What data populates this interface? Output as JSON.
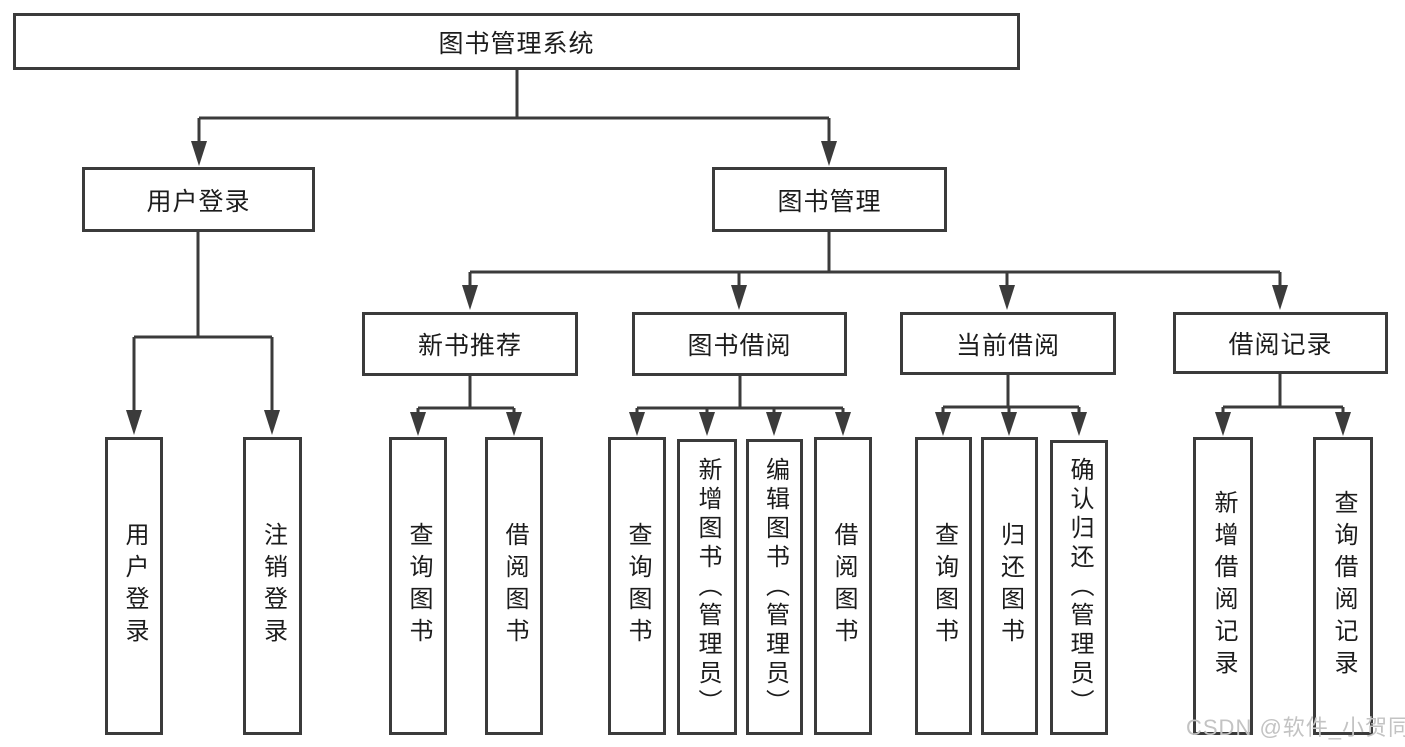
{
  "tree": {
    "root": {
      "label": "图书管理系统",
      "children": [
        {
          "label": "用户登录",
          "children": [
            {
              "label": "用户登录"
            },
            {
              "label": "注销登录"
            }
          ]
        },
        {
          "label": "图书管理",
          "children": [
            {
              "label": "新书推荐",
              "children": [
                {
                  "label": "查询图书"
                },
                {
                  "label": "借阅图书"
                }
              ]
            },
            {
              "label": "图书借阅",
              "children": [
                {
                  "label": "查询图书"
                },
                {
                  "label": "新增图书（管理员）"
                },
                {
                  "label": "编辑图书（管理员）"
                },
                {
                  "label": "借阅图书"
                }
              ]
            },
            {
              "label": "当前借阅",
              "children": [
                {
                  "label": "查询图书"
                },
                {
                  "label": "归还图书"
                },
                {
                  "label": "确认归还（管理员）"
                }
              ]
            },
            {
              "label": "借阅记录",
              "children": [
                {
                  "label": "新增借阅记录"
                },
                {
                  "label": "查询借阅记录"
                }
              ]
            }
          ]
        }
      ]
    }
  },
  "watermark": {
    "text": "CSDN @软件_小贺同学"
  },
  "colors": {
    "line": "#3b3b3b",
    "text": "#1c1c1c",
    "watermark": "#c3c3c3",
    "background": "#ffffff"
  }
}
